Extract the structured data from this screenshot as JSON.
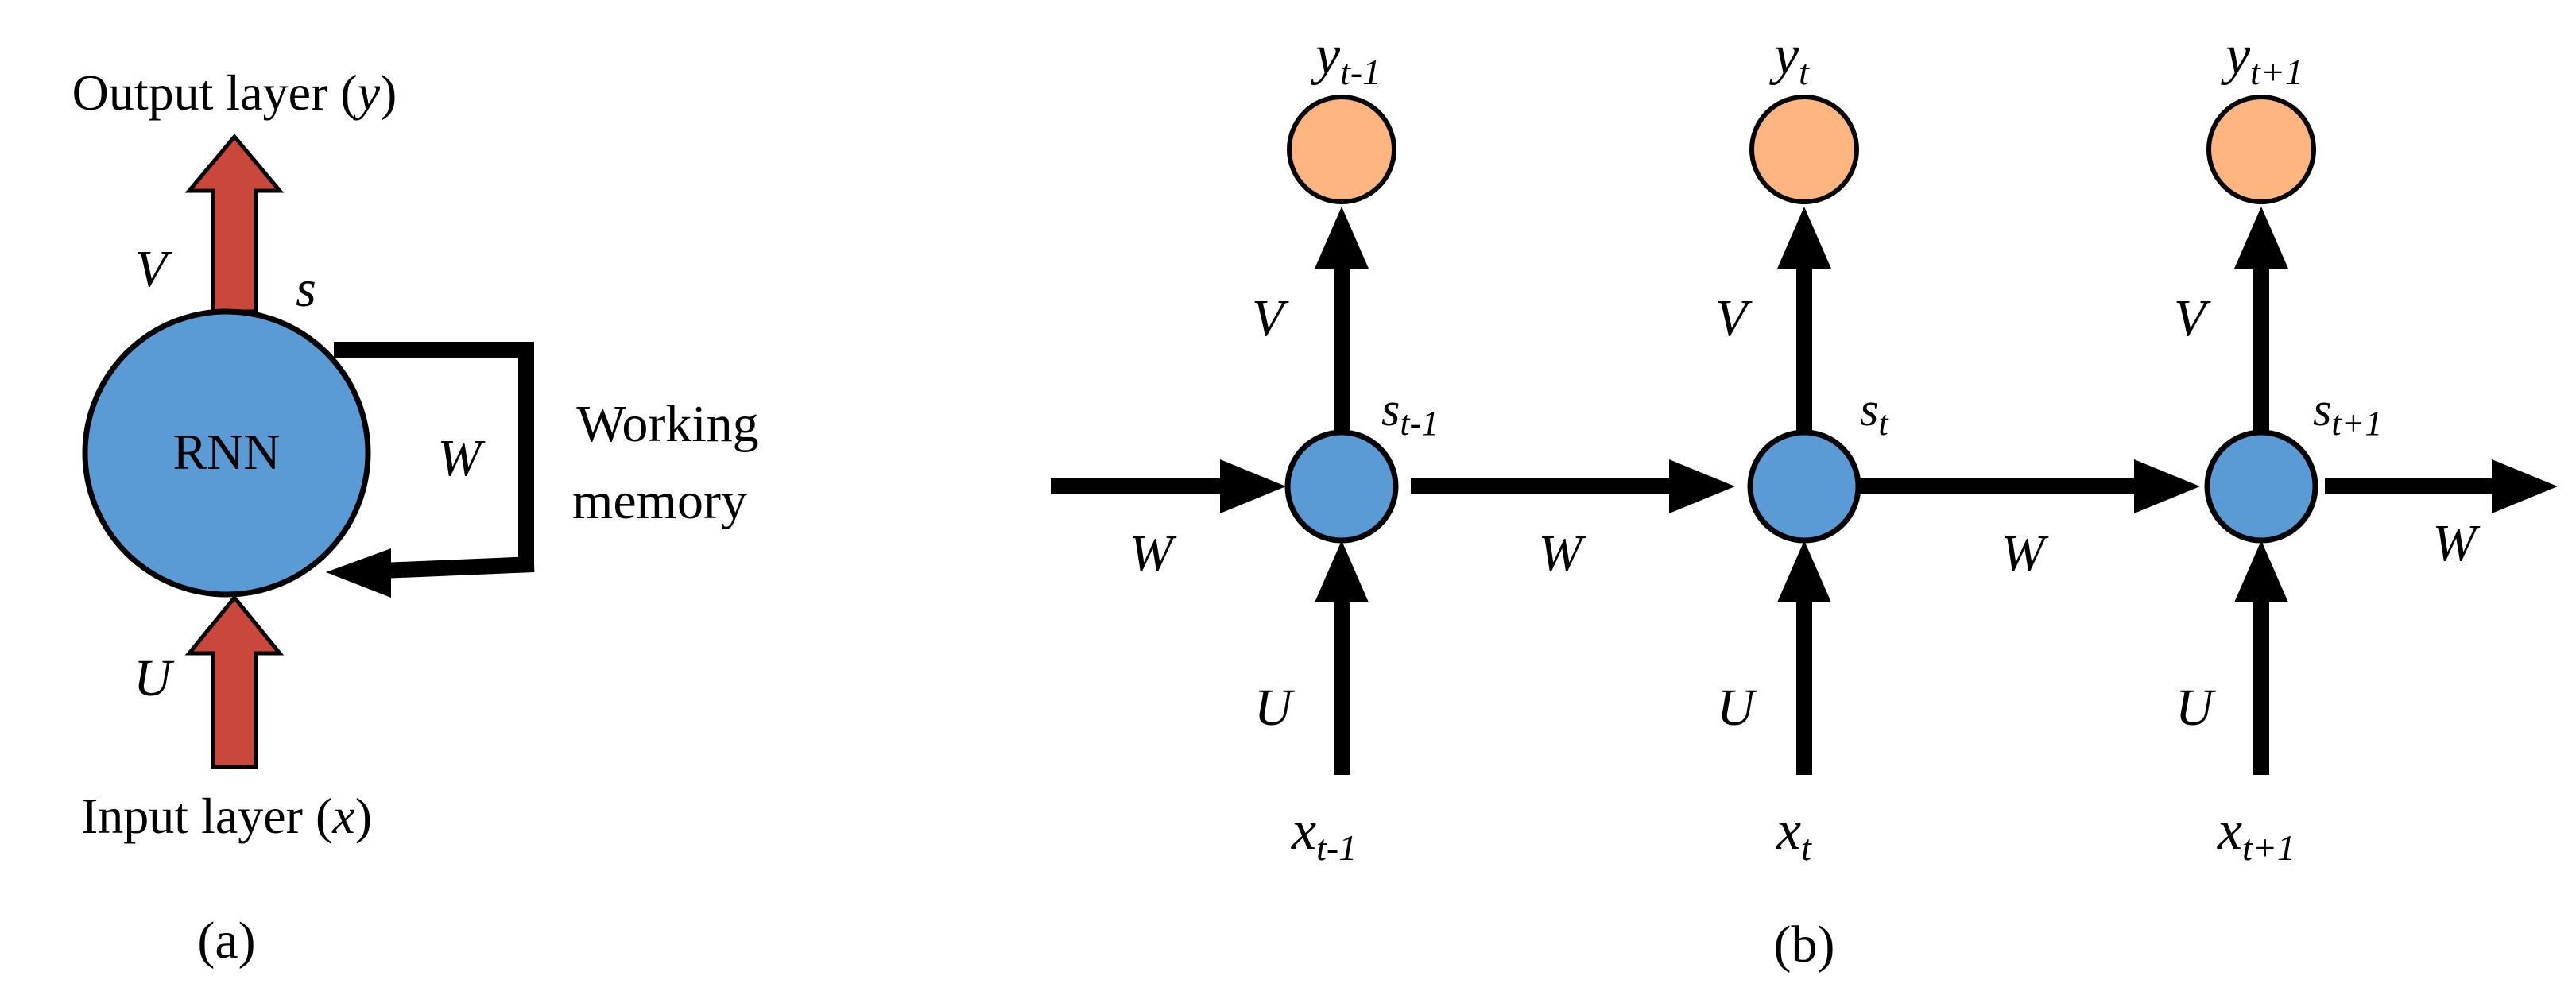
{
  "colors": {
    "state_node": "#5b9bd5",
    "output_node": "#ffb57f",
    "io_arrow": "#c9473b",
    "stroke": "#000000"
  },
  "panel_a": {
    "output_label_prefix": "Output layer (",
    "output_label_var": "y",
    "output_label_suffix": ")",
    "input_label_prefix": "Input layer (",
    "input_label_var": "x",
    "input_label_suffix": ")",
    "node_label": "RNN",
    "v_label": "V",
    "s_label": "s",
    "w_label": "W",
    "u_label": "U",
    "memory_label_line1": "Working",
    "memory_label_line2": "memory",
    "caption": "(a)"
  },
  "panel_b": {
    "caption": "(b)",
    "steps": [
      {
        "y_base": "y",
        "y_sub": "t-1",
        "s_base": "s",
        "s_sub": "t-1",
        "x_base": "x",
        "x_sub": "t-1",
        "v": "V",
        "u": "U"
      },
      {
        "y_base": "y",
        "y_sub": "t",
        "s_base": "s",
        "s_sub": "t",
        "x_base": "x",
        "x_sub": "t",
        "v": "V",
        "u": "U"
      },
      {
        "y_base": "y",
        "y_sub": "t+1",
        "s_base": "s",
        "s_sub": "t+1",
        "x_base": "x",
        "x_sub": "t+1",
        "v": "V",
        "u": "U"
      }
    ],
    "w_labels": [
      "W",
      "W",
      "W",
      "W"
    ]
  }
}
